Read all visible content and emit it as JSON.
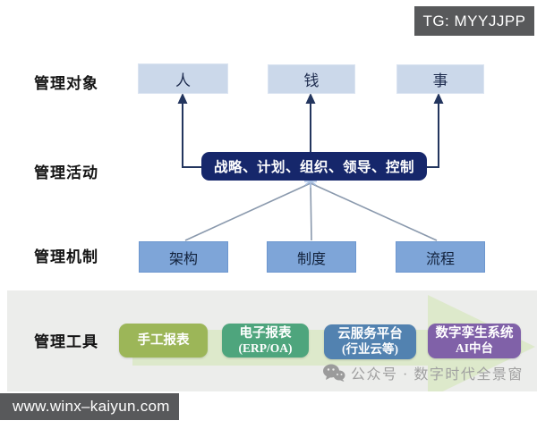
{
  "badge": {
    "text": "TG: MYYJJPP",
    "bg": "#58595b"
  },
  "site_bar": {
    "text": "www.winx–kaiyun.com",
    "bg": "#58595b"
  },
  "diagram": {
    "row_objects": {
      "label": "管理对象",
      "items": [
        "人",
        "钱",
        "事"
      ]
    },
    "row_activities": {
      "label": "管理活动",
      "box": "战略、计划、组织、领导、控制"
    },
    "row_mechanisms": {
      "label": "管理机制",
      "items": [
        "架构",
        "制度",
        "流程"
      ]
    },
    "row_tools": {
      "label": "管理工具",
      "items": [
        {
          "line1": "手工报表",
          "line2": "",
          "color": "#9cb658"
        },
        {
          "line1": "电子报表",
          "line2": "(ERP/OA)",
          "color": "#4ea57d"
        },
        {
          "line1": "云服务平台",
          "line2": "(行业云等)",
          "color": "#5282b0"
        },
        {
          "line1": "数字孪生系统",
          "line2": "AI中台",
          "color": "#8061a8"
        }
      ]
    }
  },
  "watermark": {
    "icon": "wechat-icon",
    "text": "公众号 · 数字时代全景窗"
  },
  "colors": {
    "light_box": "#cbd8ea",
    "mid_box": "#7ea5d8",
    "dark_box": "#16276b",
    "band": "#ecedeb",
    "arrow_green": "#dbe8c8",
    "connector_dark": "#23355e",
    "connector_light": "#8a99ad",
    "watermark_gray": "#a0a0a0"
  }
}
